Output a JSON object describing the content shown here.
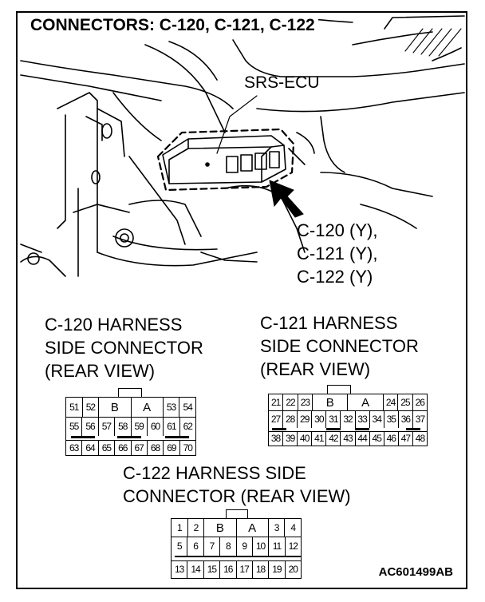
{
  "title": "CONNECTORS: C-120, C-121, C-122",
  "ecu_label": "SRS-ECU",
  "callout": [
    "C-120 (Y),",
    "C-121 (Y),",
    "C-122 (Y)"
  ],
  "c120": {
    "label": [
      "C-120 HARNESS",
      "SIDE CONNECTOR",
      "(REAR VIEW)"
    ],
    "rows": [
      [
        "51",
        "52",
        "B",
        "A",
        "53",
        "54"
      ],
      [
        "55",
        "56",
        "57",
        "58",
        "59",
        "60",
        "61",
        "62"
      ],
      [
        "63",
        "64",
        "65",
        "66",
        "67",
        "68",
        "69",
        "70"
      ]
    ]
  },
  "c121": {
    "label": [
      "C-121 HARNESS",
      "SIDE CONNECTOR",
      "(REAR VIEW)"
    ],
    "rows": [
      [
        "21",
        "22",
        "23",
        "B",
        "A",
        "24",
        "25",
        "26"
      ],
      [
        "27",
        "28",
        "29",
        "30",
        "31",
        "32",
        "33",
        "34",
        "35",
        "36",
        "37"
      ],
      [
        "38",
        "39",
        "40",
        "41",
        "42",
        "43",
        "44",
        "45",
        "46",
        "47",
        "48"
      ]
    ]
  },
  "c122": {
    "label": [
      "C-122 HARNESS SIDE",
      "CONNECTOR (REAR VIEW)"
    ],
    "rows": [
      [
        "1",
        "2",
        "B",
        "A",
        "3",
        "4"
      ],
      [
        "5",
        "6",
        "7",
        "8",
        "9",
        "10",
        "11",
        "12"
      ],
      [
        "13",
        "14",
        "15",
        "16",
        "17",
        "18",
        "19",
        "20"
      ]
    ]
  },
  "ref_code": "AC601499AB",
  "colors": {
    "line": "#000000",
    "background": "#ffffff"
  }
}
